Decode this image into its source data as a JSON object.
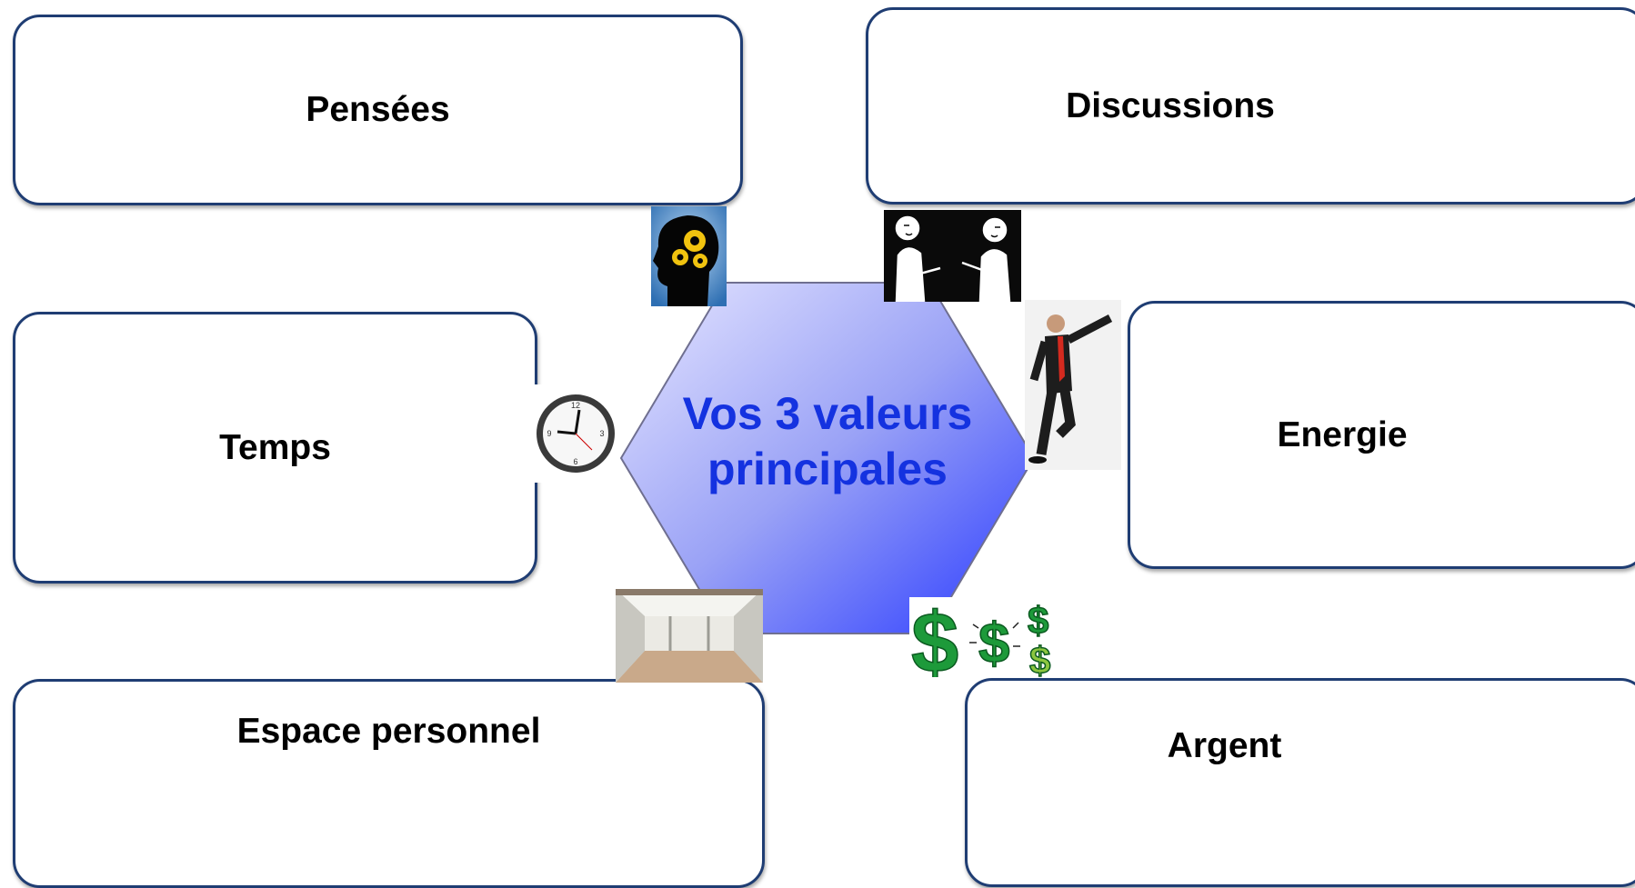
{
  "center": {
    "line1": "Vos 3 valeurs",
    "line2": "principales"
  },
  "boxes": {
    "pensees": "Pensées",
    "discussions": "Discussions",
    "temps": "Temps",
    "energie": "Energie",
    "espace": "Espace personnel",
    "argent": "Argent"
  },
  "icons": {
    "pensees": "head-gears-icon",
    "discussions": "two-people-talking-icon",
    "temps": "clock-icon",
    "energie": "jumping-businessman-icon",
    "espace": "empty-room-icon",
    "argent": "dollar-signs-icon"
  },
  "colors": {
    "box_border": "#1f3d73",
    "center_text": "#1432e0",
    "hex_light": "#dcdcff",
    "hex_dark": "#2d3cff"
  }
}
